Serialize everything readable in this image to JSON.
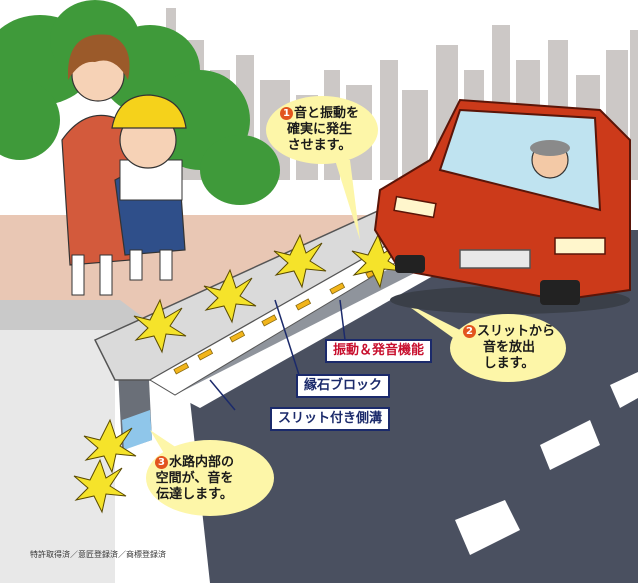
{
  "callouts": {
    "c1": {
      "num": "1",
      "lines": [
        "音と振動を",
        "確実に発生",
        "させます。"
      ]
    },
    "c2": {
      "num": "2",
      "lines": [
        "スリットから",
        "音を放出",
        "します。"
      ]
    },
    "c3": {
      "num": "3",
      "lines": [
        "水路内部の",
        "空間が、音を",
        "伝達します。"
      ]
    }
  },
  "labels": {
    "vibration": "振動＆発音機能",
    "curb": "縁石ブロック",
    "gutter": "スリット付き側溝"
  },
  "footnote": "特許取得済／意匠登録済／商標登録済",
  "colors": {
    "bubble_fill": "#fdf6a8",
    "accent_number": "#e2541e",
    "label_border": "#1b2a6b",
    "label_red": "#c8102e",
    "car_body": "#cc3a1a",
    "road": "#4a5060"
  }
}
